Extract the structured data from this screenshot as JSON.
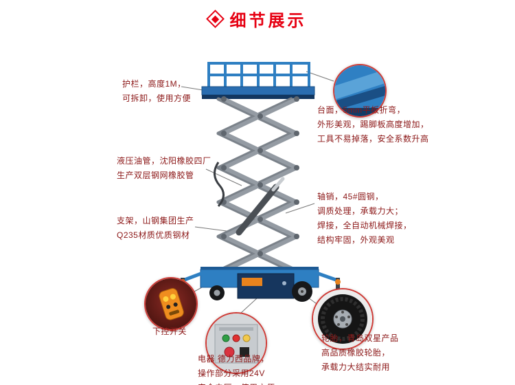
{
  "header": {
    "title": "细节展示"
  },
  "colors": {
    "accent_red": "#e60012",
    "label_text": "#8b1616",
    "machine_blue": "#2e7fc2",
    "scissor_gray": "#949ba3",
    "remote_orange": "#ef8d1f"
  },
  "callouts": {
    "guardrail": {
      "text": "护栏，高度1M，\n可拆卸，使用方便"
    },
    "platform": {
      "text": "台面，5mm平板折弯，\n外形美观，踢脚板高度增加，\n工具不易掉落，安全系数升高"
    },
    "hose": {
      "text": "液压油管，沈阳橡胶四厂\n生产双层钢网橡胶管"
    },
    "frame": {
      "text": "支架，山钢集团生产\nQ235材质优质钢材"
    },
    "pin": {
      "text": "轴销，45#圆钢，\n调质处理，承载力大；\n焊接，全自动机械焊接，\n结构牢固，外观美观"
    },
    "remote": {
      "text": "下控开关"
    },
    "electric": {
      "text": "电器 德力西品牌，\n操作部分采用24V\n安全电压，使用方便"
    },
    "tire": {
      "text": "轮胎，青岛双星产品\n高品质橡胶轮胎，\n承载力大结实耐用"
    }
  }
}
